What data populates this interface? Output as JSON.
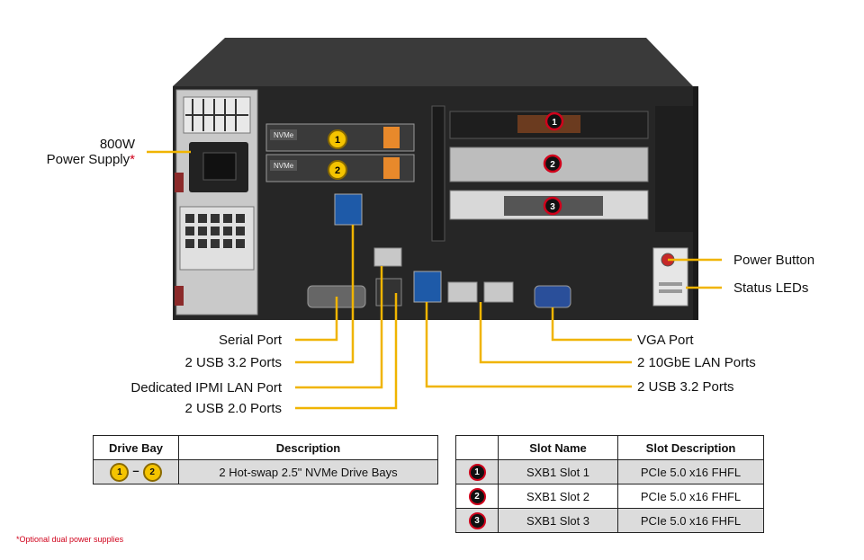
{
  "callouts": {
    "power_supply_line1": "800W",
    "power_supply_line2": "Power Supply",
    "power_supply_asterisk": "*",
    "power_button": "Power Button",
    "status_leds": "Status LEDs",
    "serial_port": "Serial Port",
    "usb32_left": "2 USB 3.2 Ports",
    "ipmi_lan": "Dedicated IPMI  LAN Port",
    "usb20": "2 USB 2.0 Ports",
    "vga": "VGA Port",
    "lan_10gbe": "2 10GbE LAN Ports",
    "usb32_right": "2 USB 3.2 Ports"
  },
  "chassis_labels": {
    "nvme_tag": "NVMe",
    "drive_badges": [
      "1",
      "2"
    ],
    "slot_badges": [
      "1",
      "2",
      "3"
    ]
  },
  "drive_table": {
    "headers": [
      "Drive Bay",
      "Description"
    ],
    "row": {
      "badge_from": "1",
      "separator": "–",
      "badge_to": "2",
      "description": "2 Hot-swap 2.5\" NVMe Drive  Bays"
    }
  },
  "slot_table": {
    "headers": [
      "",
      "Slot Name",
      "Slot Description"
    ],
    "rows": [
      {
        "badge": "1",
        "name": "SXB1 Slot 1",
        "desc": "PCIe 5.0 x16 FHFL"
      },
      {
        "badge": "2",
        "name": "SXB1 Slot 2",
        "desc": "PCIe 5.0 x16 FHFL"
      },
      {
        "badge": "3",
        "name": "SXB1 Slot 3",
        "desc": "PCIe 5.0 x16 FHFL"
      }
    ]
  },
  "footnote": "*Optional dual power supplies",
  "colors": {
    "leader": "#f0b400",
    "chassis": "#2b2b2b",
    "badge_red": "#d0021b",
    "badge_yellow": "#f5c400"
  }
}
